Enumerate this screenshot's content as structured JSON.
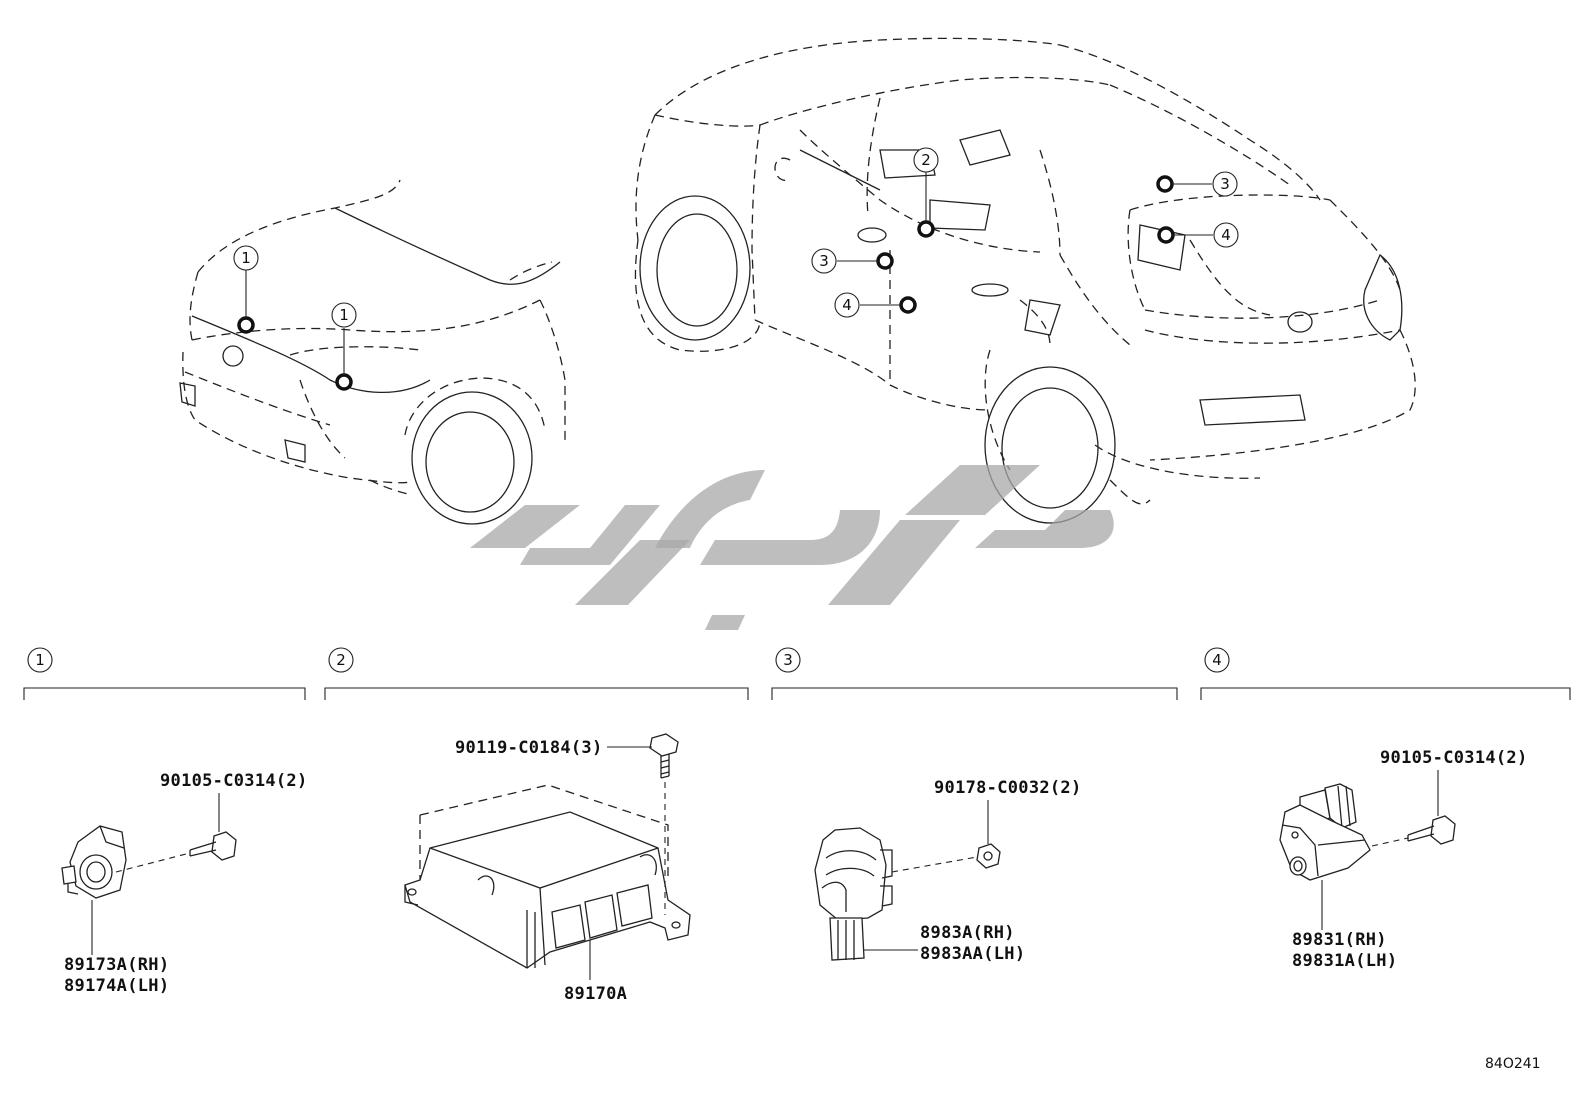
{
  "callouts": [
    "1",
    "2",
    "3",
    "4"
  ],
  "sections": [
    {
      "num": "1",
      "parts": [
        "89173A(RH)",
        "89174A(LH)"
      ],
      "fastener": "90105-C0314(2)"
    },
    {
      "num": "2",
      "parts": [
        "89170A"
      ],
      "fastener": "90119-C0184(3)"
    },
    {
      "num": "3",
      "parts": [
        "8983A(RH)",
        "8983AA(LH)"
      ],
      "fastener": "90178-C0032(2)"
    },
    {
      "num": "4",
      "parts": [
        "89831(RH)",
        "89831A(LH)"
      ],
      "fastener": "90105-C0314(2)"
    }
  ],
  "diagram_code": "84O241",
  "colors": {
    "line": "#222222",
    "watermark": "#a8a8a8"
  }
}
